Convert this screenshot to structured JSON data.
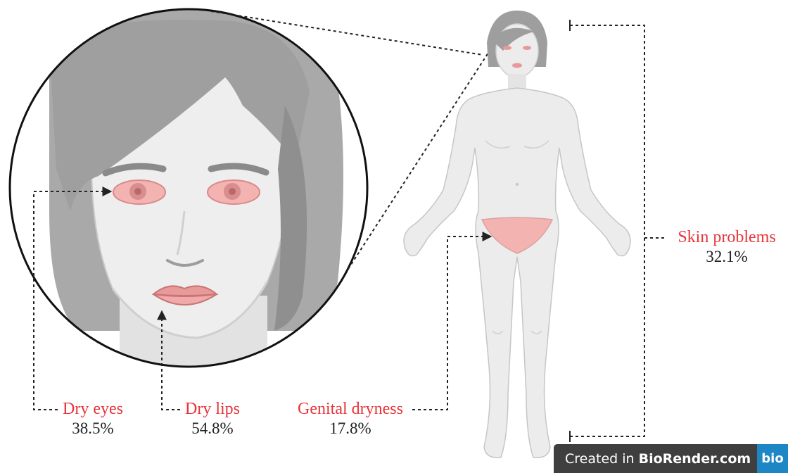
{
  "annotations": [
    {
      "id": "dry-eyes",
      "label": "Dry eyes",
      "value": "38.5%"
    },
    {
      "id": "dry-lips",
      "label": "Dry lips",
      "value": "54.8%"
    },
    {
      "id": "genital-dryness",
      "label": "Genital dryness",
      "value": "17.8%"
    },
    {
      "id": "skin-problems",
      "label": "Skin problems",
      "value": "32.1%"
    }
  ],
  "watermark": {
    "prefix": "Created in ",
    "brand": "BioRender.com",
    "logo": "bio"
  },
  "colors": {
    "label": "#e8343a",
    "value": "#222222",
    "skin": "#ececec",
    "hair": "#a6a6a6",
    "dryness_highlight": "#f2b3b1",
    "leader_line": "#222222"
  }
}
